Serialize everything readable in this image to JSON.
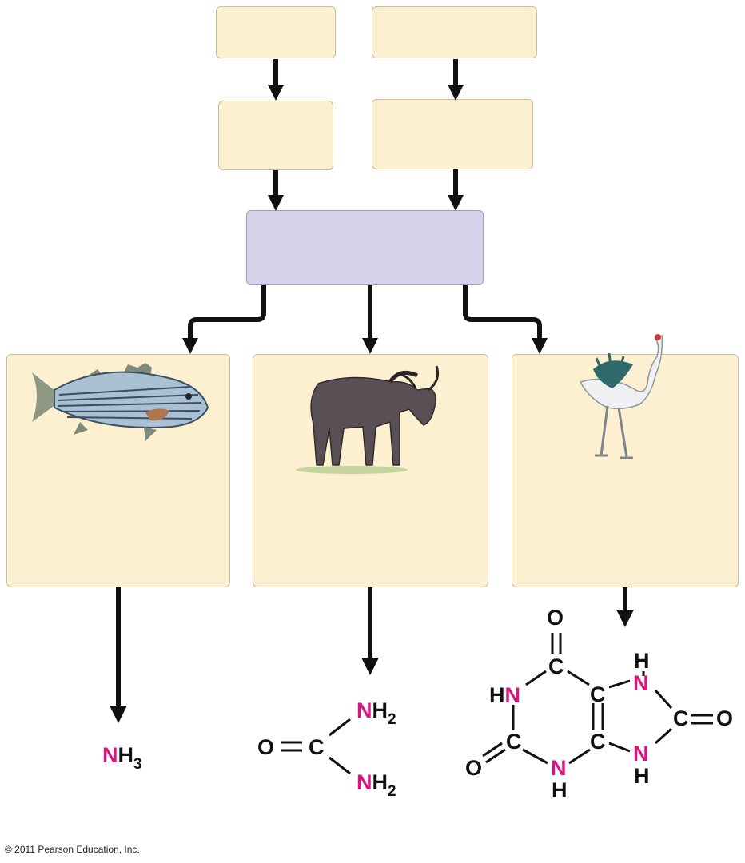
{
  "ammonia": {
    "n": "N",
    "h": "H",
    "sub": "3"
  },
  "urea": {
    "o": "O",
    "c": "C",
    "n": "N",
    "h": "H",
    "sub": "2"
  },
  "uric_acid": {
    "o": "O",
    "c": "C",
    "n": "N",
    "h": "H"
  },
  "copyright": "© 2011 Pearson Education, Inc."
}
